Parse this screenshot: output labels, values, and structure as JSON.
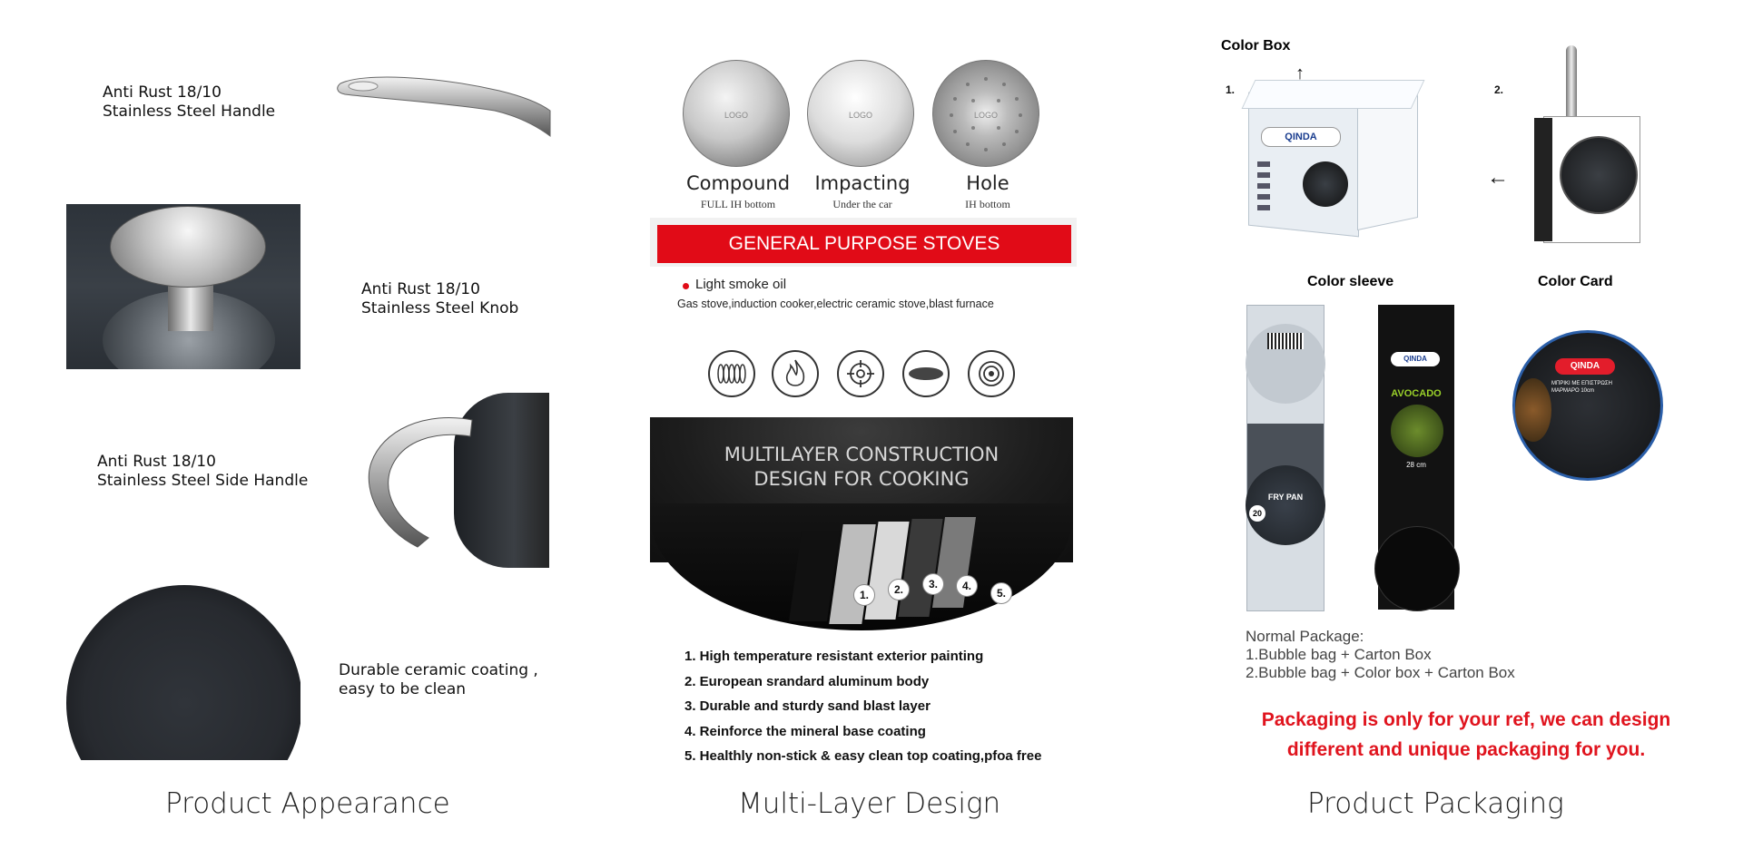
{
  "appearance": {
    "handle_label": [
      "Anti Rust 18/10",
      "Stainless Steel Handle"
    ],
    "knob_label": [
      "Anti Rust 18/10",
      "Stainless Steel Knob"
    ],
    "side_handle_label": [
      "Anti Rust 18/10",
      "Stainless Steel Side Handle"
    ],
    "coating_label": [
      "Durable ceramic coating ,",
      "easy to be clean"
    ],
    "caption": "Product Appearance"
  },
  "multilayer": {
    "discs": [
      {
        "name": "Compound",
        "sub": "FULL IH bottom",
        "logo": "LOGO"
      },
      {
        "name": "Impacting",
        "sub": "Under the car",
        "logo": "LOGO"
      },
      {
        "name": "Hole",
        "sub": "IH bottom",
        "logo": "LOGO"
      }
    ],
    "banner": "GENERAL PURPOSE STOVES",
    "oil_note": "Light smoke oil",
    "stoves_note": "Gas stove,induction cooker,electric ceramic stove,blast furnace",
    "stove_icons": [
      "coil-stove-icon",
      "gas-flame-icon",
      "burner-grate-icon",
      "ceramic-plate-icon",
      "induction-icon"
    ],
    "construction_title": [
      "MULTILAYER CONSTRUCTION",
      "DESIGN FOR COOKING"
    ],
    "layer_numbers": [
      "1.",
      "2.",
      "3.",
      "4.",
      "5."
    ],
    "layers": [
      "1. High temperature resistant exterior painting",
      "2. European srandard aluminum body",
      "3. Durable and sturdy sand blast layer",
      "4. Reinforce the mineral base coating",
      "5. Healthly non-stick & easy clean top coating,pfoa free"
    ],
    "caption": "Multi-Layer Design"
  },
  "packaging": {
    "color_box_title": "Color Box",
    "num1": "1.",
    "num2": "2.",
    "brand": "QINDA",
    "color_sleeve_title": "Color sleeve",
    "color_card_title": "Color Card",
    "sleeve1_text": "FRY PAN",
    "sleeve1_size": "20",
    "sleeve2_text": "AVOCADO",
    "sleeve2_size": "28 cm",
    "card_text": "ΜΠΡΙΚΙ ΜΕ ΕΠΙΣΤΡΩΣΗ ΜΑΡΜΑΡΟ 10cm",
    "normal_title": "Normal Package:",
    "normal_lines": [
      "1.Bubble bag + Carton Box",
      "2.Bubble bag + Color box + Carton Box"
    ],
    "note": [
      "Packaging is only for your ref, we can design",
      "different and unique packaging for you."
    ],
    "caption": "Product Packaging"
  }
}
